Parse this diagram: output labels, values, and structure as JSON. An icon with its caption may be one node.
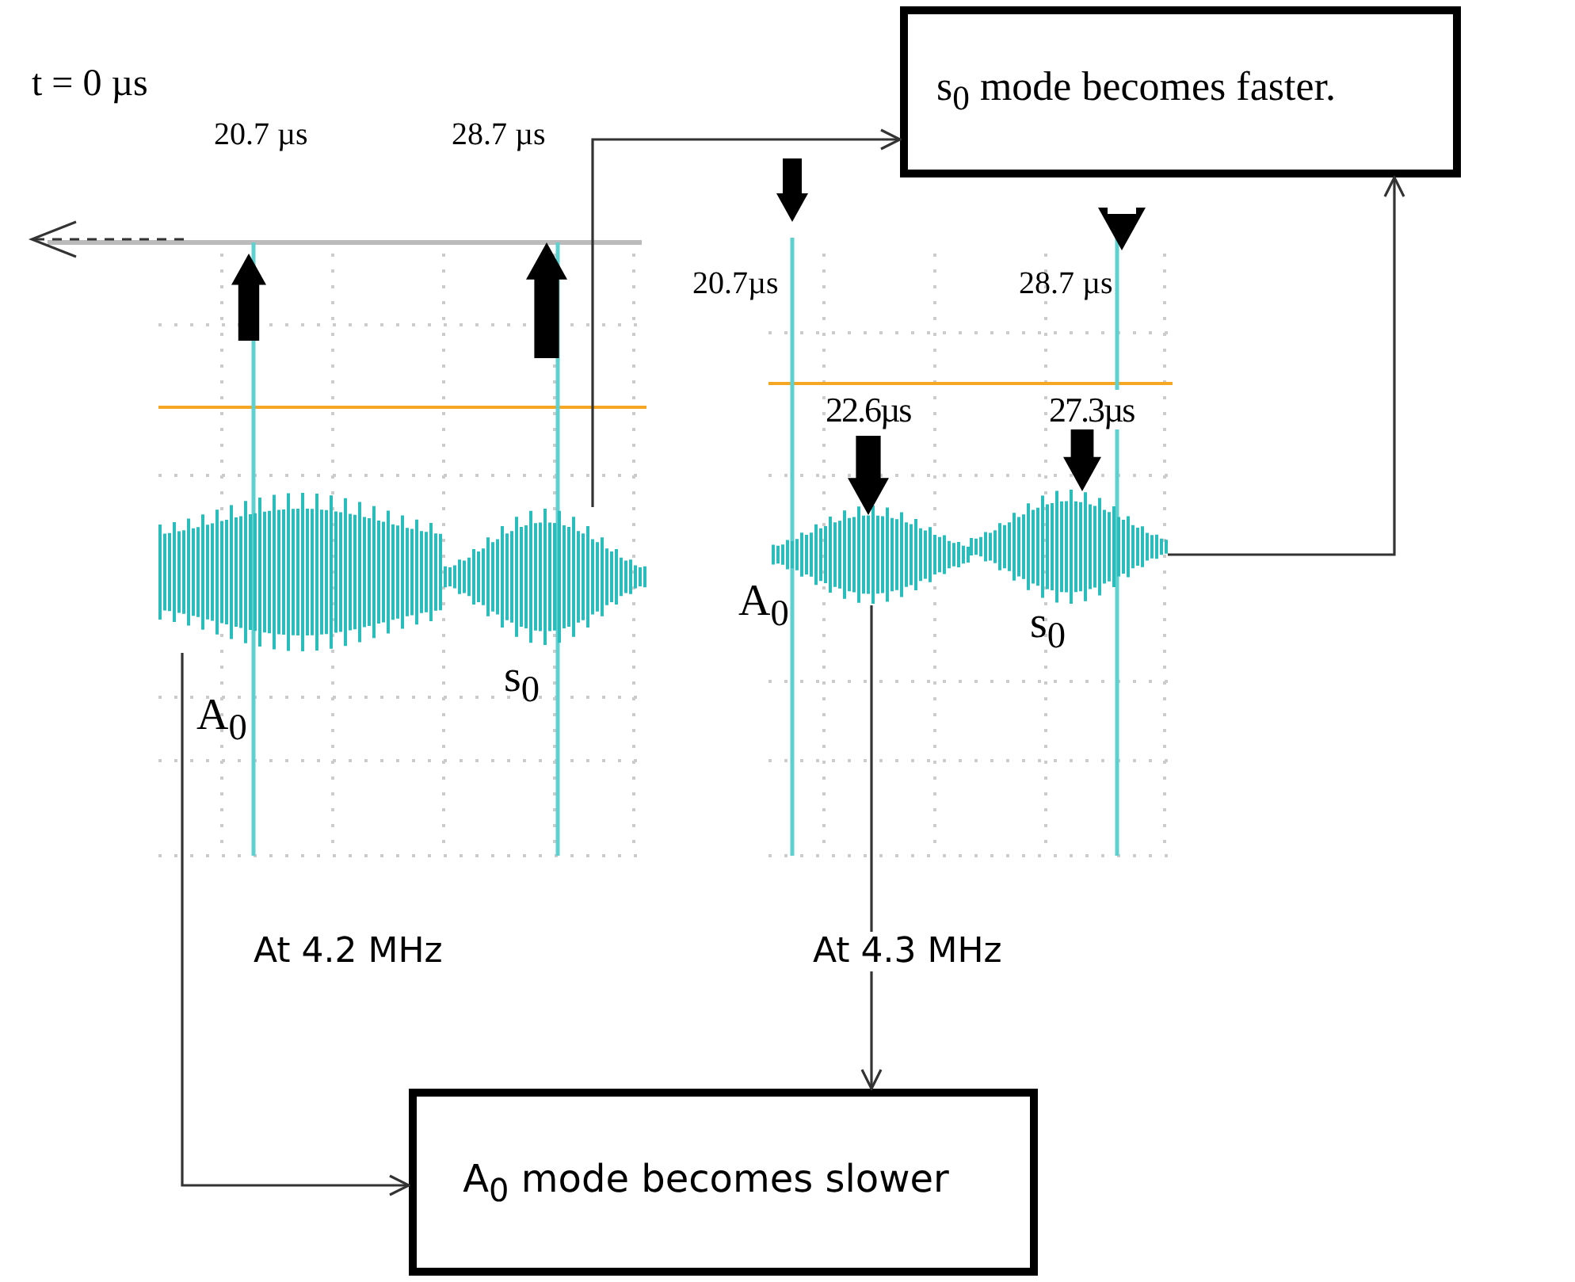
{
  "diagram": {
    "nodes": [
      {
        "text": [
          "s$_{0}$ mode becomes faster."
        ]
      },
      {
        "text": [],
        "shape": "picture"
      },
      {
        "text": [],
        "shape": "picture"
      },
      {
        "text": [],
        "shape": "picture"
      },
      {
        "text": [],
        "shape": "picture"
      },
      {
        "text": [
          "A$_{0}$ mode becomes slower"
        ]
      }
    ],
    "edges": [
      {
        "from": 2,
        "to": 0,
        "arrow": "to"
      },
      {
        "from": 4,
        "to": 0,
        "arrow": "to"
      },
      {
        "from": 1,
        "to": 5,
        "arrow": "to"
      },
      {
        "from": 3,
        "to": 5,
        "arrow": "to"
      }
    ],
    "labels": [
      "t = 0 µs",
      "20.7 µs",
      "28.7 µs",
      "20.7µs",
      "28.7 µs",
      "22.6µs",
      "27.3µs",
      "A$_{0}$",
      "s$_{0}$",
      "s$_{0}$",
      "A$_{0}$",
      "At 4.2 MHz",
      "At 4.3 MHz"
    ]
  }
}
